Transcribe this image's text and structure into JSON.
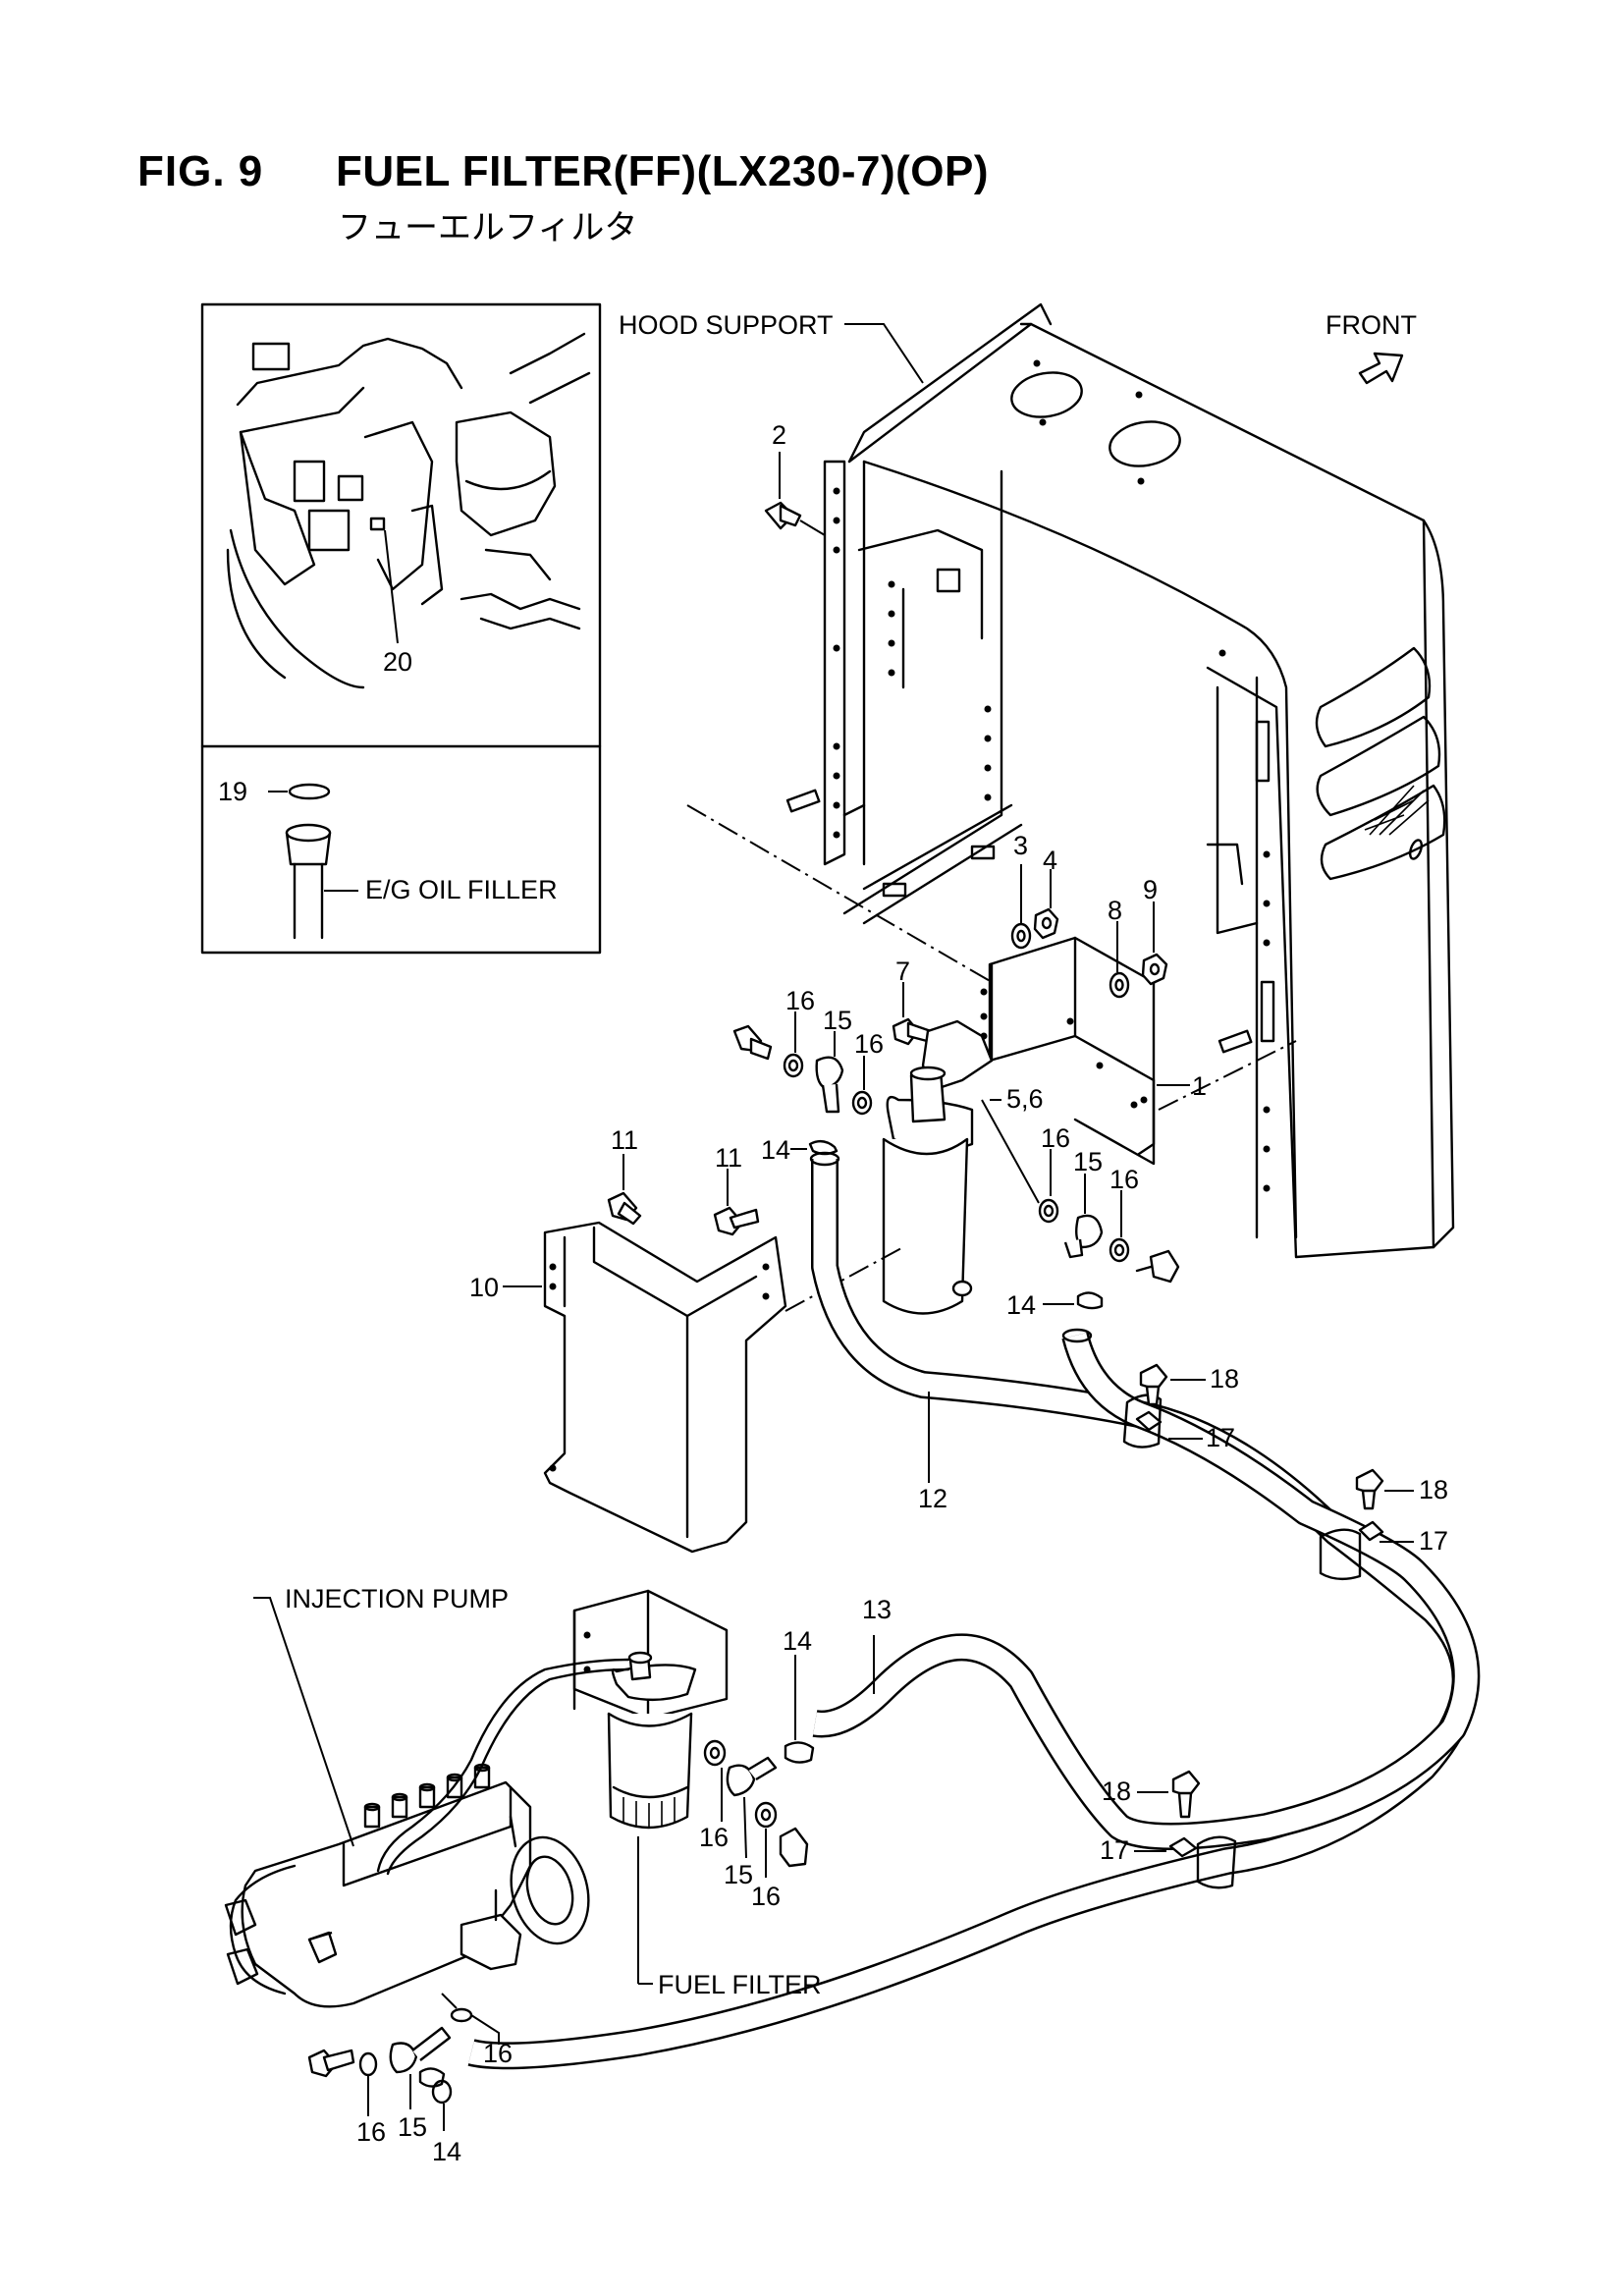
{
  "header": {
    "fig_number": "FIG. 9",
    "title": "FUEL FILTER(FF)(LX230-7)(OP)",
    "subtitle": "フューエルフィルタ"
  },
  "labels": {
    "hood_support": "HOOD SUPPORT",
    "front": "FRONT",
    "eg_oil_filler": "E/G OIL FILLER",
    "injection_pump": "INJECTION PUMP",
    "fuel_filter": "FUEL FILTER"
  },
  "callouts": {
    "c1": "1",
    "c2": "2",
    "c3": "3",
    "c4": "4",
    "c5_6": "5,6",
    "c7": "7",
    "c8": "8",
    "c9": "9",
    "c10": "10",
    "c11a": "11",
    "c11b": "11",
    "c12": "12",
    "c13": "13",
    "c14a": "14",
    "c14b": "14",
    "c14c": "14",
    "c14d": "14",
    "c15a": "15",
    "c15b": "15",
    "c15c": "15",
    "c15d": "15",
    "c16a": "16",
    "c16b": "16",
    "c16c": "16",
    "c16d": "16",
    "c16e": "16",
    "c16f": "16",
    "c16g": "16",
    "c16h": "16",
    "c17a": "17",
    "c17b": "17",
    "c17c": "17",
    "c18a": "18",
    "c18b": "18",
    "c18c": "18",
    "c19": "19",
    "c20": "20"
  }
}
